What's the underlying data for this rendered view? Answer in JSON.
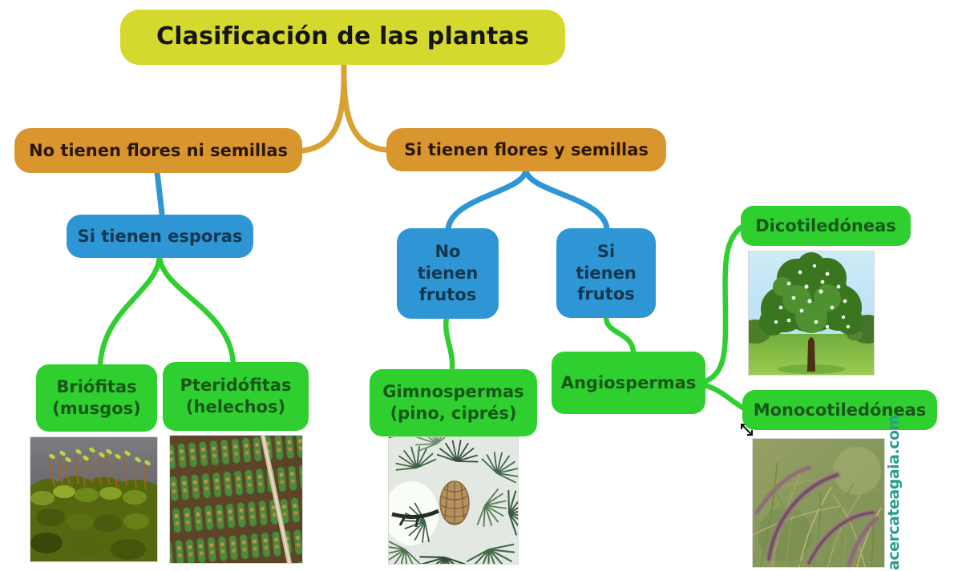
{
  "diagram": {
    "title": "Clasificación de las plantas",
    "nodes": {
      "no_flowers": "No tienen flores ni semillas",
      "yes_flowers": "Si tienen flores y semillas",
      "spores": "Si tienen esporas",
      "no_fruits": "No tienen frutos",
      "yes_fruits": "Si tienen frutos",
      "bryophytes": "Briófitas (musgos)",
      "pteridophytes": "Pteridófitas (helechos)",
      "gymnosperms": "Gimnospermas (pino, ciprés)",
      "angiosperms": "Angiospermas",
      "dicots": "Dicotiledóneas",
      "monocots": "Monocotiledóneas"
    },
    "colors": {
      "title_bg": "#d5d92e",
      "category_bg": "#d9952e",
      "question_bg": "#2e96d4",
      "group_bg": "#30cf30",
      "connector_orange": "#d8a233",
      "connector_blue": "#2e96d4",
      "connector_green": "#30cf30"
    },
    "photos": {
      "moss": "moss-sporophytes-photo",
      "fern": "fern-sori-photo",
      "pine": "pine-cone-photo",
      "tree": "flowering-tree-photo",
      "grass": "fountain-grass-photo"
    }
  },
  "watermark": {
    "text": "acercateagaia.com",
    "color": "#2a9d8f"
  }
}
